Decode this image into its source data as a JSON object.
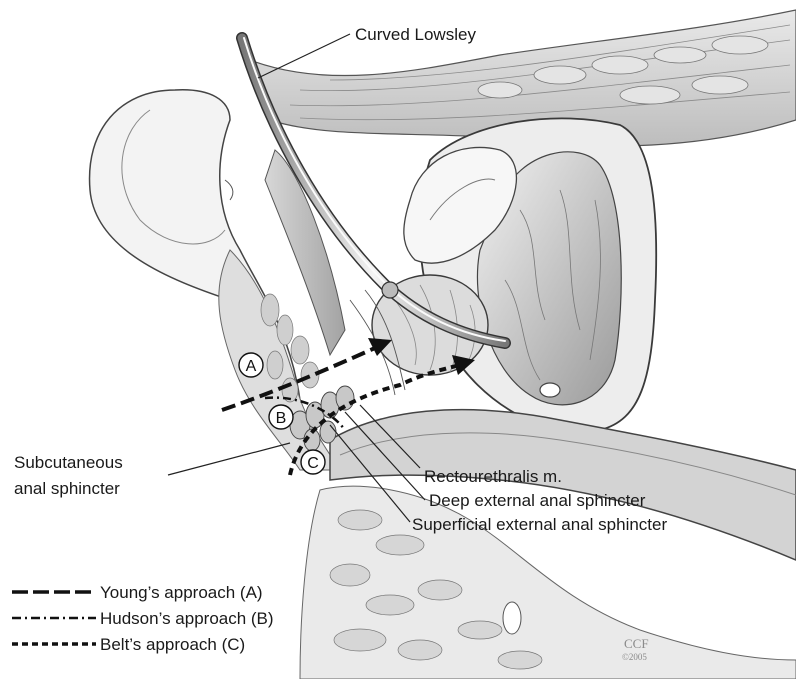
{
  "labels": {
    "curved_lowsley": "Curved Lowsley",
    "subcutaneous_line1": "Subcutaneous",
    "subcutaneous_line2": "anal sphincter",
    "rectourethralis": "Rectourethralis m.",
    "deep_external": "Deep external anal sphincter",
    "superficial_external": "Superficial external anal sphincter"
  },
  "markers": {
    "a": "A",
    "b": "B",
    "c": "C"
  },
  "legend": {
    "items": [
      {
        "label": "Young’s approach (A)",
        "style": "long-dash"
      },
      {
        "label": "Hudson’s approach (B)",
        "style": "dash-dot"
      },
      {
        "label": "Belt’s approach (C)",
        "style": "short-dash"
      }
    ]
  },
  "watermark": {
    "line1": "CCF",
    "line2": "©2005"
  },
  "colors": {
    "ink": "#1a1a1a",
    "tissue_light": "#ececec",
    "tissue_mid": "#c9c9c9",
    "tissue_dark": "#8c8c8c",
    "background": "#ffffff"
  }
}
